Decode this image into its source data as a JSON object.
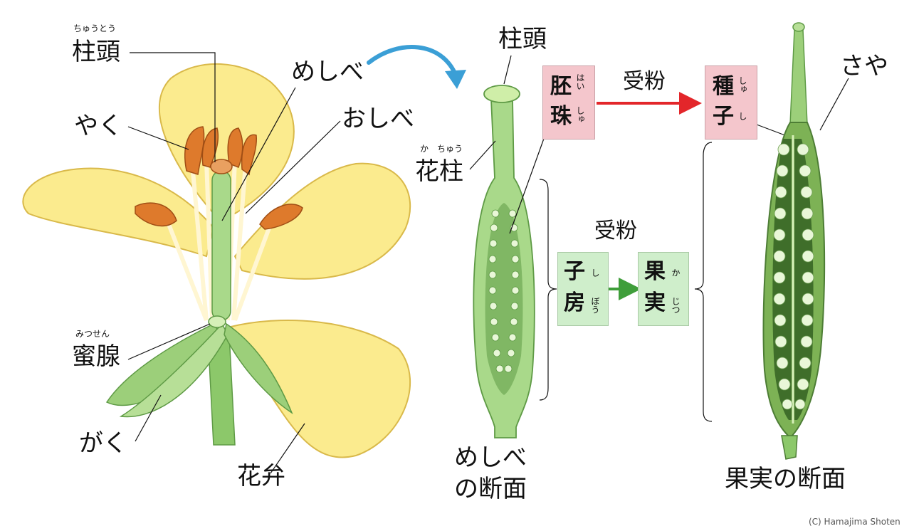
{
  "colors": {
    "petal": "#fbeb8e",
    "petal_edge": "#d9b94a",
    "anther": "#de7a2c",
    "sepal": "#9ccf7a",
    "pistil": "#a9d98a",
    "pod": "#7db255",
    "ovule": "#e9f7d8",
    "pink_box": "#f4c6cc",
    "green_box": "#cfeecb",
    "red_arrow": "#e3262a",
    "green_arrow": "#3f9e3a",
    "blue_arrow": "#3b9fd6"
  },
  "flower_labels": {
    "stigma": "柱頭",
    "stigma_ruby": "ちゅうとう",
    "pistil": "めしべ",
    "anther": "やく",
    "stamen": "おしべ",
    "nectary": "蜜腺",
    "nectary_ruby": "みつせん",
    "sepal": "がく",
    "petal": "花弁"
  },
  "pistil_section": {
    "stigma": "柱頭",
    "style": "花柱",
    "style_ruby": "か　ちゅう",
    "title_line1": "めしべ",
    "title_line2": "の断面"
  },
  "process": {
    "ovule_kanji_1": "胚",
    "ovule_kanji_2": "珠",
    "ovule_ruby_1": "はい",
    "ovule_ruby_2": "しゅ",
    "seed_kanji_1": "種",
    "seed_kanji_2": "子",
    "seed_ruby_1": "しゅ",
    "seed_ruby_2": "し",
    "ovary_kanji_1": "子",
    "ovary_kanji_2": "房",
    "ovary_ruby_1": "し",
    "ovary_ruby_2": "ぼう",
    "fruit_kanji_1": "果",
    "fruit_kanji_2": "実",
    "fruit_ruby_1": "か",
    "fruit_ruby_2": "じつ",
    "pollination_top": "受粉",
    "pollination_mid": "受粉"
  },
  "fruit_section": {
    "pod": "さや",
    "title": "果実の断面"
  },
  "credit": "(C) Hamajima Shoten"
}
